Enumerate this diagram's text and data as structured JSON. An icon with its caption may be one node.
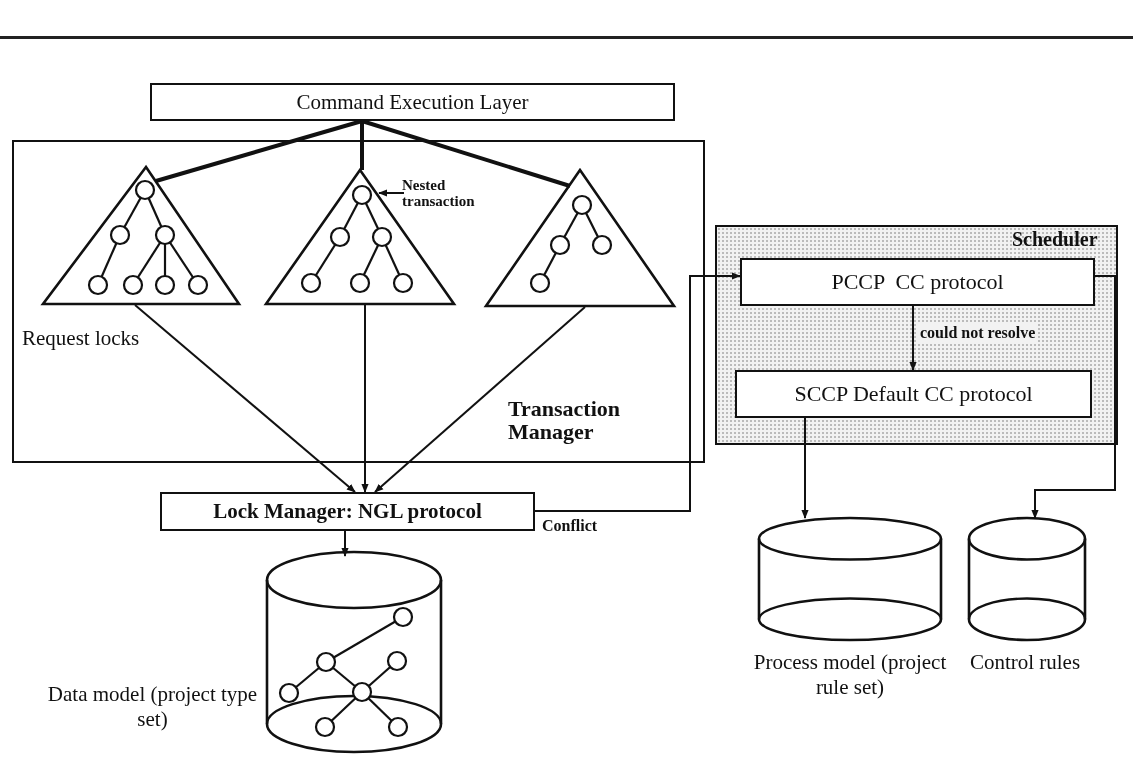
{
  "diagram": {
    "nodes": [
      {
        "text": [
          "Command Execution Layer"
        ]
      },
      {
        "text": [
          "Transaction Manager"
        ]
      },
      {
        "text": [],
        "shape": "triangle",
        "in": 1
      },
      {
        "text": [],
        "shape": "triangle",
        "in": 1
      },
      {
        "text": [],
        "shape": "triangle",
        "in": 1
      },
      {
        "text": [
          "Nested transaction"
        ],
        "in": 1
      },
      {
        "text": [
          "Scheduler"
        ]
      },
      {
        "text": [
          "PCCP  CC protocol"
        ],
        "in": 6
      },
      {
        "text": [
          "SCCP Default CC protocol"
        ],
        "in": 6
      },
      {
        "text": [
          "Lock Manager: NGL protocol"
        ]
      },
      {
        "text": [],
        "shape": "cylinder",
        "beside": [
          "Data model (project type set)"
        ]
      },
      {
        "text": [],
        "shape": "cylinder",
        "beside": [
          "Process model (project rule set)"
        ]
      },
      {
        "text": [],
        "shape": "cylinder",
        "beside": [
          "Control rules"
        ]
      }
    ],
    "edges": [
      {
        "from": 0,
        "to": 2,
        "arrow": "none",
        "style": "thick"
      },
      {
        "from": 0,
        "to": 3,
        "arrow": "none",
        "style": "thick"
      },
      {
        "from": 0,
        "to": 4,
        "arrow": "none",
        "style": "thick"
      },
      {
        "from": 5,
        "to": 3,
        "arrow": "to"
      },
      {
        "from": 2,
        "to": 9,
        "arrow": "to",
        "label": "Request locks"
      },
      {
        "from": 3,
        "to": 9,
        "arrow": "to"
      },
      {
        "from": 4,
        "to": 9,
        "arrow": "to"
      },
      {
        "from": 9,
        "to": 7,
        "arrow": "to",
        "label": "Conflict"
      },
      {
        "from": 7,
        "to": 8,
        "arrow": "to",
        "label": "could not resolve"
      },
      {
        "from": 8,
        "to": 11,
        "arrow": "to"
      },
      {
        "from": 7,
        "to": 12,
        "arrow": "to"
      },
      {
        "from": 9,
        "to": 10,
        "arrow": "to"
      }
    ]
  }
}
